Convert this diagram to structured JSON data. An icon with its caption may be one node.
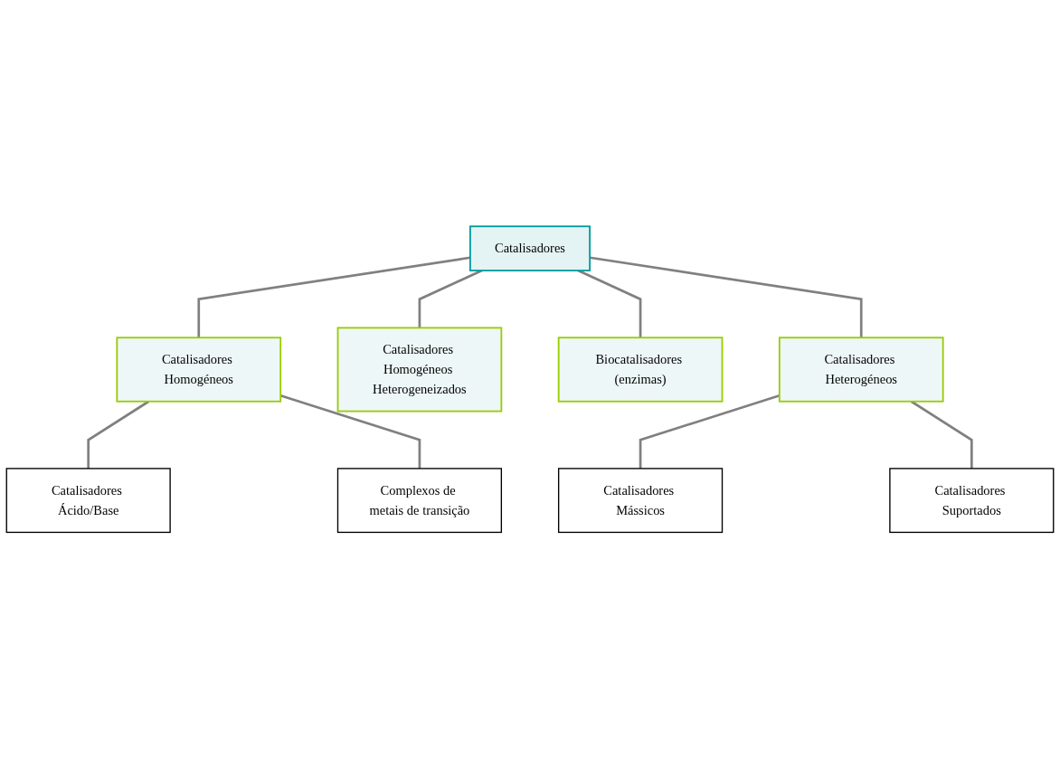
{
  "diagram": {
    "nodes": [
      {
        "text": [
          "Catalisadores"
        ]
      },
      {
        "text": [
          "Catalisadores Homogéneos"
        ]
      },
      {
        "text": [
          "Catalisadores Homogéneos Heterogeneizados"
        ]
      },
      {
        "text": [
          "Biocatalisadores (enzimas)"
        ]
      },
      {
        "text": [
          "Catalisadores Heterogéneos"
        ]
      },
      {
        "text": [
          "Catalisadores Ácido/Base"
        ]
      },
      {
        "text": [
          "Complexos de metais de transição"
        ]
      },
      {
        "text": [
          "Catalisadores Mássicos"
        ]
      },
      {
        "text": [
          "Catalisadores Suportados"
        ]
      }
    ],
    "edges": [
      {
        "from": 0,
        "to": 1,
        "arrow": "none"
      },
      {
        "from": 0,
        "to": 2,
        "arrow": "none"
      },
      {
        "from": 0,
        "to": 3,
        "arrow": "none"
      },
      {
        "from": 0,
        "to": 4,
        "arrow": "none"
      },
      {
        "from": 1,
        "to": 5,
        "arrow": "none"
      },
      {
        "from": 1,
        "to": 6,
        "arrow": "none"
      },
      {
        "from": 4,
        "to": 7,
        "arrow": "none"
      },
      {
        "from": 4,
        "to": 8,
        "arrow": "none"
      }
    ]
  }
}
